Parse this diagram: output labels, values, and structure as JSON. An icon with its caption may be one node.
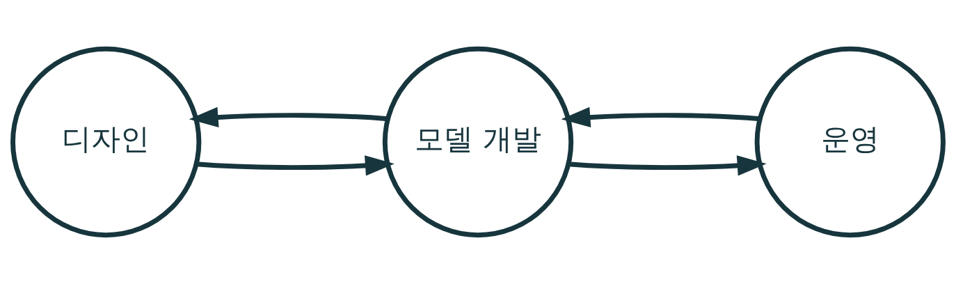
{
  "diagram": {
    "nodes": [
      {
        "text": [
          "디자인"
        ]
      },
      {
        "text": [
          "모델 개발"
        ]
      },
      {
        "text": [
          "운영"
        ]
      }
    ],
    "edges": [
      {
        "from": 0,
        "to": 1,
        "arrow": "to"
      },
      {
        "from": 1,
        "to": 2,
        "arrow": "to"
      },
      {
        "from": 2,
        "to": 1,
        "arrow": "to"
      },
      {
        "from": 1,
        "to": 0,
        "arrow": "to"
      }
    ]
  }
}
